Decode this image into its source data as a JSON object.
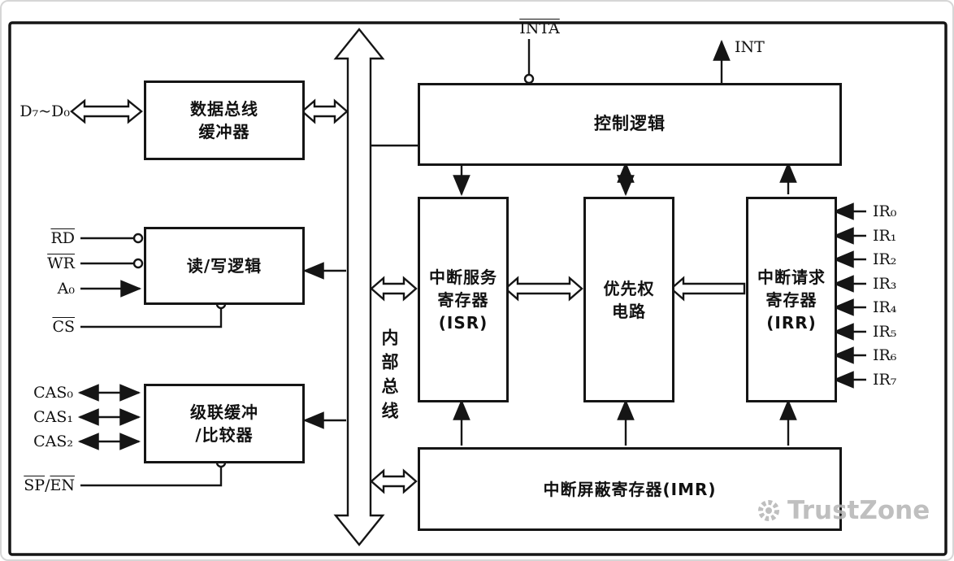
{
  "blocks": {
    "data_bus_buffer": {
      "lines": [
        "数据总线",
        "缓冲器"
      ]
    },
    "rw_logic": {
      "lines": [
        "读/写逻辑"
      ]
    },
    "cascade_buffer": {
      "lines": [
        "级联缓冲",
        "/比较器"
      ]
    },
    "control_logic": {
      "lines": [
        "控制逻辑"
      ]
    },
    "isr": {
      "lines": [
        "中断服务",
        "寄存器",
        "(ISR)"
      ]
    },
    "priority": {
      "lines": [
        "优先权",
        "电路"
      ]
    },
    "irr": {
      "lines": [
        "中断请求",
        "寄存器",
        "(IRR)"
      ]
    },
    "imr": {
      "lines": [
        "中断屏蔽寄存器(IMR)"
      ]
    },
    "internal_bus_label": "内部总线"
  },
  "pins": {
    "data_bus": "D₇~D₀",
    "rd": "RD",
    "wr": "WR",
    "a0": "A₀",
    "cs": "CS",
    "cas": [
      "CAS₀",
      "CAS₁",
      "CAS₂"
    ],
    "sp": "SP",
    "sp_en_separator": "/",
    "en": "EN",
    "inta": "INTA",
    "int": "INT",
    "ir": [
      "IR₀",
      "IR₁",
      "IR₂",
      "IR₃",
      "IR₄",
      "IR₅",
      "IR₆",
      "IR₇"
    ]
  },
  "watermark": {
    "text": "TrustZone"
  },
  "colors": {
    "line": "#151515",
    "watermark": "#b4b4b4"
  }
}
